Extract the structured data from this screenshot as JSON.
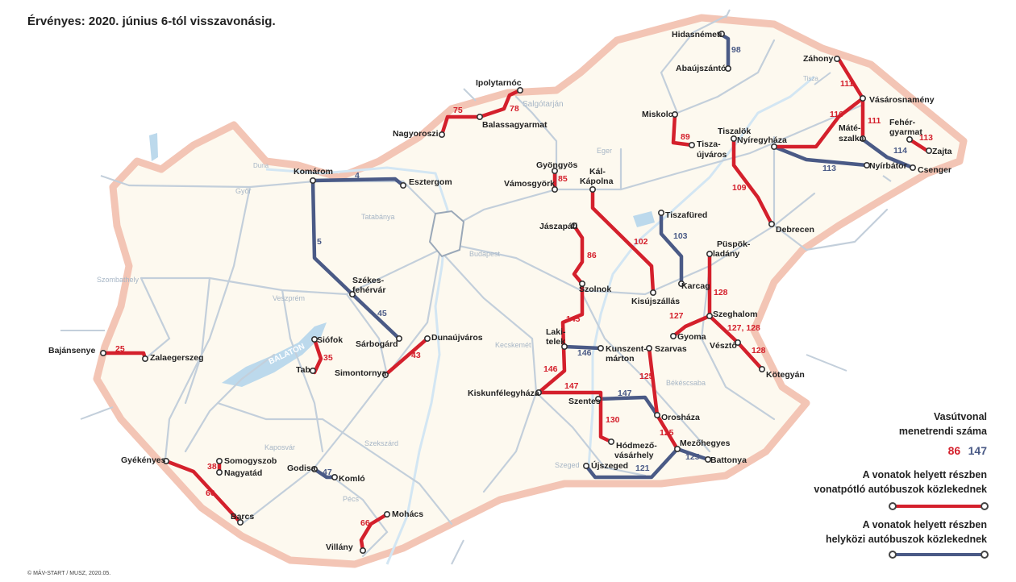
{
  "header": {
    "title": "Érvényes: 2020. június 6-tól visszavonásig."
  },
  "footer": {
    "credit": "© MÁV-START / MUSZ, 2020.05."
  },
  "legend": {
    "vasutvonal_1": "Vasútvonal",
    "vasutvonal_2": "menetrendi száma",
    "sample_red": "86",
    "sample_blue": "147",
    "vonatpotlo_1": "A vonatok helyett részben",
    "vonatpotlo_2": "vonatpótló autóbuszok közlekednek",
    "helykozi_1": "A vonatok helyett részben",
    "helykozi_2": "helyközi autóbuszok közlekednek"
  },
  "colors": {
    "red": "#d4202c",
    "blue": "#4a5a86",
    "rail": "#c3cfdb",
    "border": "#f3c5b5",
    "land": "#fdf9ef",
    "water": "#bcd9ec"
  },
  "stations": [
    {
      "name": "Hidasnémeti"
    },
    {
      "name": "Abaújszántó"
    },
    {
      "name": "Záhony"
    },
    {
      "name": "Vásárosnamény"
    },
    {
      "name": "Ipolytarnóc"
    },
    {
      "name": "Balassagyarmat"
    },
    {
      "name": "Nagyoroszi"
    },
    {
      "name": "Miskolc"
    },
    {
      "name": "Tisza-"
    },
    {
      "name": "újváros"
    },
    {
      "name": "Tiszalök"
    },
    {
      "name": "Nyíregyháza"
    },
    {
      "name": "Máté-"
    },
    {
      "name": "szalka"
    },
    {
      "name": "Fehér-"
    },
    {
      "name": "gyarmat"
    },
    {
      "name": "Zajta"
    },
    {
      "name": "Nyírbátor"
    },
    {
      "name": "Csenger"
    },
    {
      "name": "Gyöngyös"
    },
    {
      "name": "Vámosgyörk"
    },
    {
      "name": "Kál-"
    },
    {
      "name": "Kápolna"
    },
    {
      "name": "Komárom"
    },
    {
      "name": "Esztergom"
    },
    {
      "name": "Tiszafüred"
    },
    {
      "name": "Debrecen"
    },
    {
      "name": "Jászapáti"
    },
    {
      "name": "Püspök-"
    },
    {
      "name": "ladány"
    },
    {
      "name": "Karcag"
    },
    {
      "name": "Szolnok"
    },
    {
      "name": "Kisújszállás"
    },
    {
      "name": "Szeghalom"
    },
    {
      "name": "Gyoma"
    },
    {
      "name": "Vésztő"
    },
    {
      "name": "Kötegyán"
    },
    {
      "name": "Szarvas"
    },
    {
      "name": "Kunszent-"
    },
    {
      "name": "márton"
    },
    {
      "name": "Laki-"
    },
    {
      "name": "telek"
    },
    {
      "name": "Kiskunfélegyháza"
    },
    {
      "name": "Szentes"
    },
    {
      "name": "Orosháza"
    },
    {
      "name": "Hódmező-"
    },
    {
      "name": "vásárhely"
    },
    {
      "name": "Mezőhegyes"
    },
    {
      "name": "Battonya"
    },
    {
      "name": "Újszeged"
    },
    {
      "name": "Szé­kes-"
    },
    {
      "name": "fehérvár"
    },
    {
      "name": "Sárbogárd"
    },
    {
      "name": "Dunaújváros"
    },
    {
      "name": "Simontornya"
    },
    {
      "name": "Siófok"
    },
    {
      "name": "Tab"
    },
    {
      "name": "Bajánsenye"
    },
    {
      "name": "Zalaegerszeg"
    },
    {
      "name": "Gyékényes"
    },
    {
      "name": "Somogyszob"
    },
    {
      "name": "Nagyatád"
    },
    {
      "name": "Godisa"
    },
    {
      "name": "Komló"
    },
    {
      "name": "Barcs"
    },
    {
      "name": "Mohács"
    },
    {
      "name": "Villány"
    }
  ],
  "places": [
    {
      "name": "Salgótarján"
    },
    {
      "name": "Eger"
    },
    {
      "name": "Győr"
    },
    {
      "name": "Tatabánya"
    },
    {
      "name": "Budapest"
    },
    {
      "name": "Szombathely"
    },
    {
      "name": "Veszprém"
    },
    {
      "name": "Kecskemét"
    },
    {
      "name": "Békéscsaba"
    },
    {
      "name": "Kaposvár"
    },
    {
      "name": "Szekszárd"
    },
    {
      "name": "Szeged"
    },
    {
      "name": "Pécs"
    },
    {
      "name": "Duna"
    },
    {
      "name": "Tisza"
    },
    {
      "name": "BALATON"
    }
  ],
  "route_numbers": [
    {
      "n": "98"
    },
    {
      "n": "111"
    },
    {
      "n": "111"
    },
    {
      "n": "116"
    },
    {
      "n": "113"
    },
    {
      "n": "113"
    },
    {
      "n": "114"
    },
    {
      "n": "75"
    },
    {
      "n": "78"
    },
    {
      "n": "89"
    },
    {
      "n": "109"
    },
    {
      "n": "85"
    },
    {
      "n": "102"
    },
    {
      "n": "103"
    },
    {
      "n": "4"
    },
    {
      "n": "5"
    },
    {
      "n": "45"
    },
    {
      "n": "86"
    },
    {
      "n": "128"
    },
    {
      "n": "127"
    },
    {
      "n": "127, 128"
    },
    {
      "n": "128"
    },
    {
      "n": "145"
    },
    {
      "n": "146"
    },
    {
      "n": "146"
    },
    {
      "n": "147"
    },
    {
      "n": "147"
    },
    {
      "n": "125"
    },
    {
      "n": "130"
    },
    {
      "n": "125"
    },
    {
      "n": "125"
    },
    {
      "n": "121"
    },
    {
      "n": "43"
    },
    {
      "n": "35"
    },
    {
      "n": "25"
    },
    {
      "n": "38"
    },
    {
      "n": "47"
    },
    {
      "n": "60"
    },
    {
      "n": "66"
    }
  ]
}
